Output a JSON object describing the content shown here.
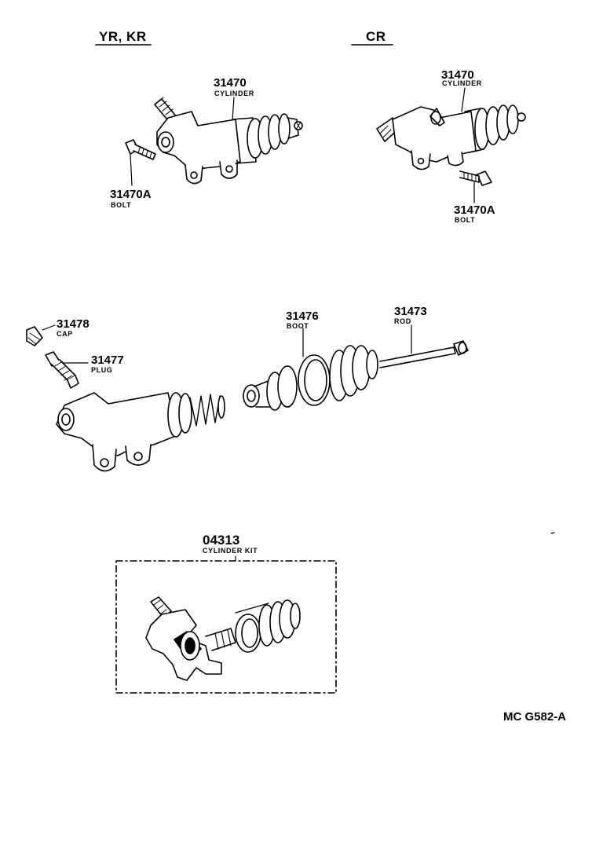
{
  "variants": [
    {
      "label": "YR, KR"
    },
    {
      "label": "CR"
    }
  ],
  "parts": {
    "cylinder_left": {
      "number": "31470",
      "name": "CYLINDER"
    },
    "bolt_left": {
      "number": "31470A",
      "name": "BOLT"
    },
    "cylinder_right": {
      "number": "31470",
      "name": "CYLINDER"
    },
    "bolt_right": {
      "number": "31470A",
      "name": "BOLT"
    },
    "cap": {
      "number": "31478",
      "name": "CAP"
    },
    "plug": {
      "number": "31477",
      "name": "PLUG"
    },
    "boot": {
      "number": "31476",
      "name": "BOOT"
    },
    "rod": {
      "number": "31473",
      "name": "ROD"
    },
    "kit": {
      "number": "04313",
      "name": "CYLINDER KIT"
    }
  },
  "diagram_code": "MC G582-A",
  "colors": {
    "ink": "#000000",
    "paper": "#ffffff"
  }
}
